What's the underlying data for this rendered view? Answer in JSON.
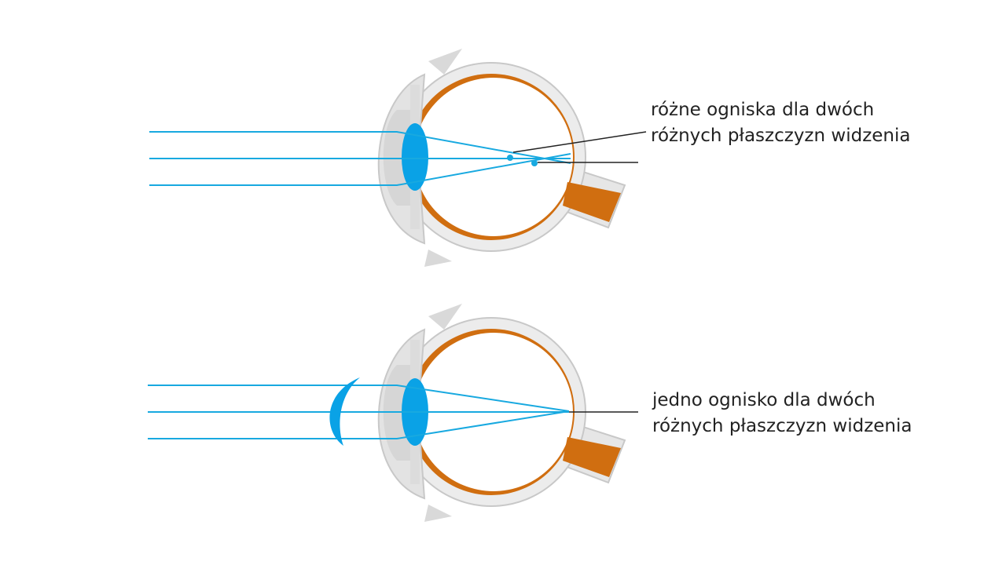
{
  "labels": {
    "top_line1": "różne ogniska dla dwóch",
    "top_line2": "różnych płaszczyzn widzenia",
    "bottom_line1": "jedno ognisko dla dwóch",
    "bottom_line2": "różnych płaszczyzn widzenia"
  },
  "colors": {
    "ray": "#18a9e0",
    "lens": "#0aa2e6",
    "retina": "#d06e10",
    "sclera": "#e6e6e6",
    "sclera_edge": "#c8c8c8",
    "leader": "#222222"
  }
}
